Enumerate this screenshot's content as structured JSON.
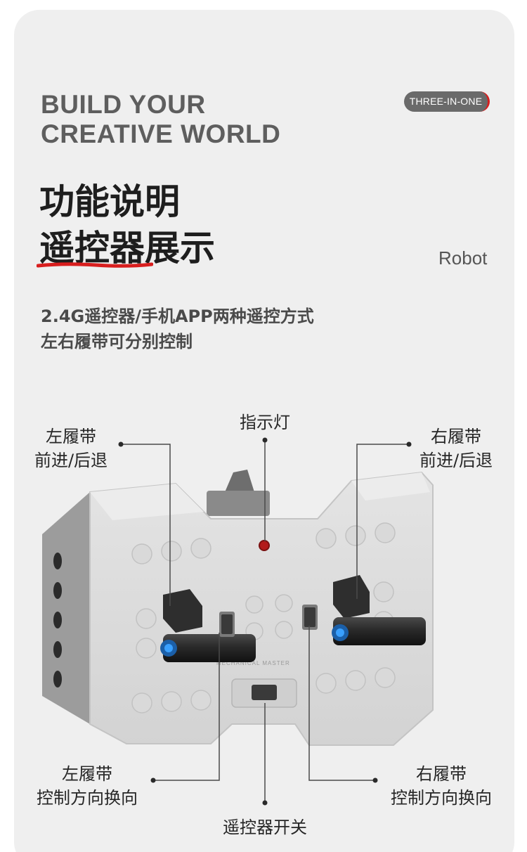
{
  "header": {
    "headline_line1": "BUILD YOUR",
    "headline_line2": "CREATIVE WORLD",
    "badge": "THREE-IN-ONE"
  },
  "title": {
    "line1": "功能说明",
    "line2": "遥控器展示",
    "side_label": "Robot"
  },
  "description": {
    "line1": "2.4G遥控器/手机APP两种遥控方式",
    "line2": "左右履带可分别控制"
  },
  "callouts": {
    "left_track_drive": {
      "line1": "左履带",
      "line2": "前进/后退"
    },
    "indicator_light": {
      "line1": "指示灯"
    },
    "right_track_drive": {
      "line1": "右履带",
      "line2": "前进/后退"
    },
    "left_track_reverse": {
      "line1": "左履带",
      "line2": "控制方向换向"
    },
    "power_switch": {
      "line1": "遥控器开关"
    },
    "right_track_reverse": {
      "line1": "右履带",
      "line2": "控制方向换向"
    }
  },
  "device": {
    "engraving": "MECHANICAL MASTER"
  },
  "colors": {
    "accent_red": "#d81e1e",
    "card_bg": "#efefef",
    "body_gray": "#d6d6d6"
  }
}
